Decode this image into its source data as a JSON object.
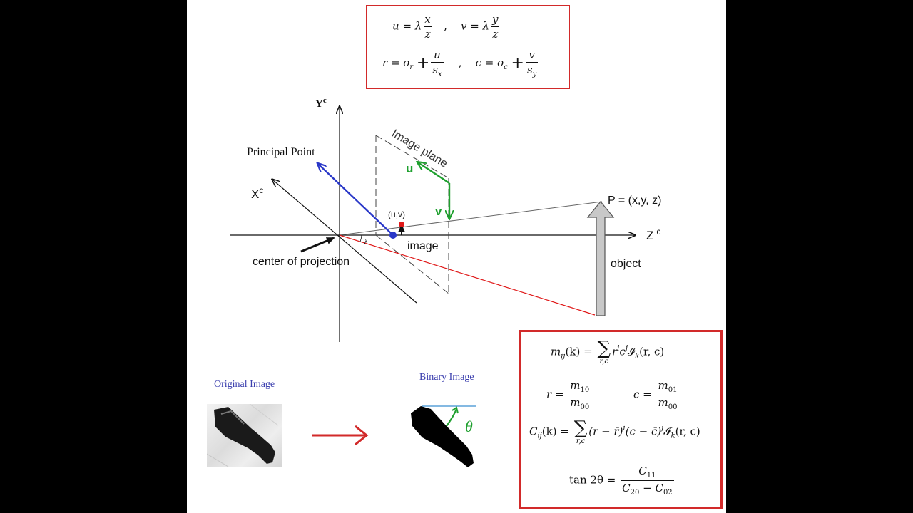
{
  "equations_top": {
    "eq1_u": "u",
    "eq1_lambda": "λ",
    "eq1_num": "x",
    "eq1_den": "z",
    "eq1_sep": ",",
    "eq2_v": "v",
    "eq2_lambda": "λ",
    "eq2_num": "y",
    "eq2_den": "z",
    "eq3_r": "r",
    "eq3_o": "o",
    "eq3_o_sub": "r",
    "eq3_num": "u",
    "eq3_den": "s",
    "eq3_den_sub": "x",
    "eq4_c": "c",
    "eq4_o": "o",
    "eq4_o_sub": "c",
    "eq4_num": "v",
    "eq4_den": "s",
    "eq4_den_sub": "y"
  },
  "diagram": {
    "yc": "Y",
    "yc_sup": "c",
    "xc": "X",
    "xc_sup": "c",
    "zc": "Z",
    "zc_sup": "c",
    "principal_point": "Principal Point",
    "image_plane": "Image plane",
    "u": "u",
    "v": "v",
    "uv": "(u,v)",
    "point_p": "P = (x,y, z)",
    "image": "image",
    "object": "object",
    "center": "center of projection",
    "lambda": "λ"
  },
  "bottom": {
    "original_caption": "Original Image",
    "binary_caption": "Binary Image",
    "theta": "θ"
  },
  "equations_bottom": {
    "m_lhs": "m",
    "m_sub": "ij",
    "m_arg": "(k) =",
    "sum_lim": "r,c",
    "m_term": "r",
    "m_term_sup_i": "i",
    "m_term_c": "c",
    "m_term_sup_j": "j",
    "m_term_I": "𝓘",
    "m_term_I_sub": "k",
    "m_term_args": "(r, c)",
    "rbar": "r",
    "rbar_num": "m",
    "rbar_num_sub": "10",
    "rbar_den": "m",
    "rbar_den_sub": "00",
    "cbar": "c",
    "cbar_num": "m",
    "cbar_num_sub": "01",
    "cbar_den": "m",
    "cbar_den_sub": "00",
    "C_lhs": "C",
    "C_sub": "ij",
    "C_arg": "(k) =",
    "C_term1": "(r − r̄)",
    "C_term1_sup": "i",
    "C_term2": "(c − c̄)",
    "C_term2_sup": "j",
    "C_term_I": "𝓘",
    "C_term_I_sub": "k",
    "C_term_args": "(r, c)",
    "tan": "tan 2θ =",
    "tan_num": "C",
    "tan_num_sub": "11",
    "tan_den_a": "C",
    "tan_den_a_sub": "20",
    "tan_den_minus": "−",
    "tan_den_b": "C",
    "tan_den_b_sub": "02"
  },
  "colors": {
    "frame_red": "#d22a2a",
    "axis_blue": "#2a38c8",
    "green": "#1fa02f",
    "red_ray": "#e01818",
    "caption_blue": "#3b3fae"
  }
}
